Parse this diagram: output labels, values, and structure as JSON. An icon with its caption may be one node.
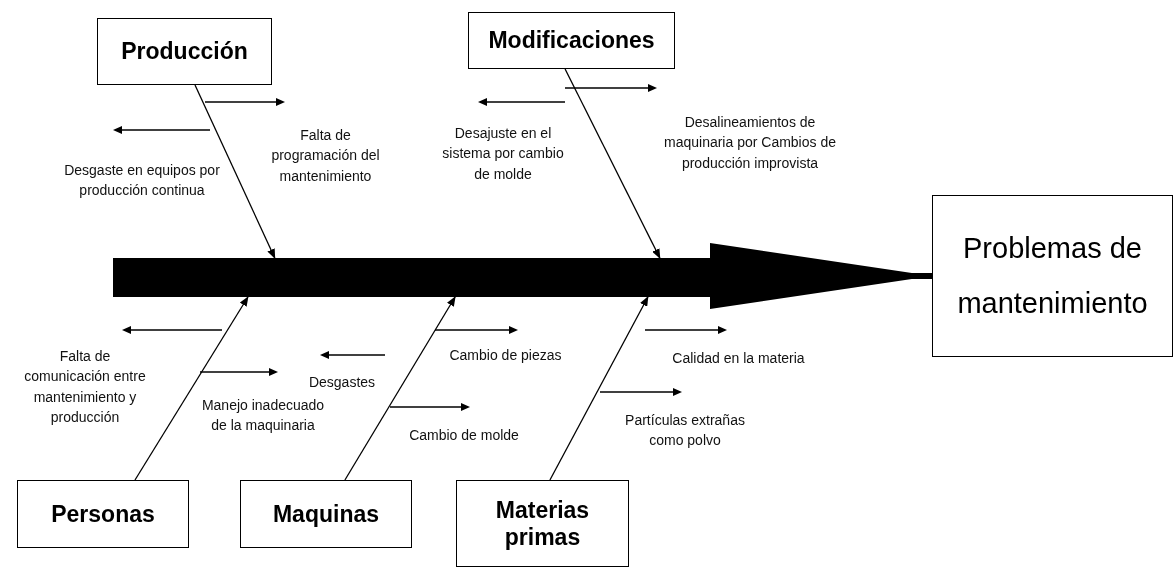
{
  "diagram": {
    "nodes": [
      {
        "text": [
          "Producción"
        ]
      },
      {
        "text": [
          "Modificaciones"
        ]
      },
      {
        "text": [
          "Problemas de mantenimiento"
        ]
      },
      {
        "text": [
          "Personas"
        ]
      },
      {
        "text": [
          "Maquinas"
        ]
      },
      {
        "text": [
          "Materias primas"
        ]
      },
      {
        "text": [],
        "shape": "bar"
      }
    ],
    "edges": [
      {
        "from": 0,
        "to": 6,
        "arrow": "to"
      },
      {
        "from": 1,
        "to": 6,
        "arrow": "to"
      },
      {
        "from": 3,
        "to": 6,
        "arrow": "to"
      },
      {
        "from": 4,
        "to": 6,
        "arrow": "to"
      },
      {
        "from": 5,
        "to": 6,
        "arrow": "to"
      },
      {
        "from": 6,
        "to": 2,
        "arrow": "to",
        "style": "thick"
      }
    ],
    "labels": [
      "Falta de programación del mantenimiento",
      "Desgaste en equipos por producción continua",
      "Desajuste en el sistema por cambio de molde",
      "Desalineamientos de maquinaria por Cambios de producción improvista",
      "Falta de comunicación entre mantenimiento y producción",
      "Manejo inadecuado de la maquinaria",
      "Desgastes",
      "Cambio de piezas",
      "Cambio de molde",
      "Calidad en la materia",
      "Partículas extrañas como polvo"
    ]
  }
}
